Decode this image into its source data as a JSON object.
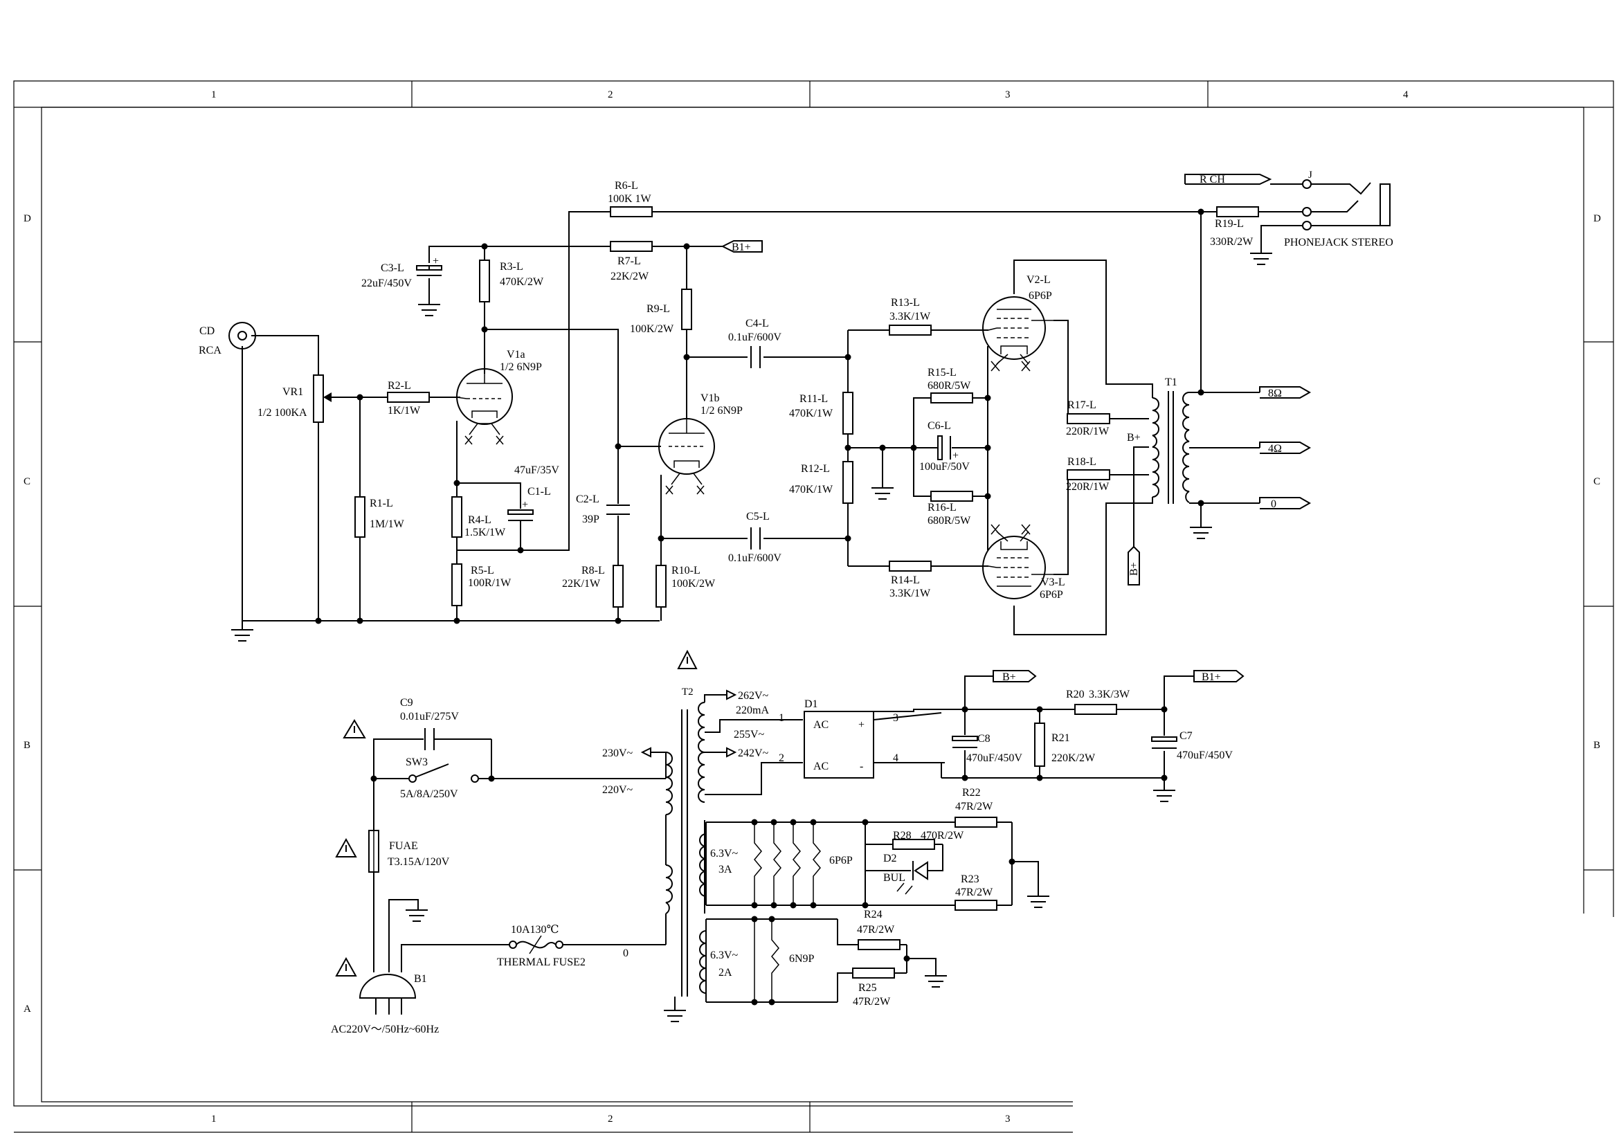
{
  "frame": {
    "columns_top": [
      "1",
      "2",
      "3",
      "4"
    ],
    "columns_bottom": [
      "1",
      "2",
      "3"
    ],
    "rows": [
      "D",
      "C",
      "B",
      "A"
    ]
  },
  "input": {
    "jack_name": "CD",
    "jack_type": "RCA"
  },
  "vr1": {
    "ref": "VR1",
    "value": "1/2 100KA"
  },
  "r1": {
    "ref": "R1-L",
    "value": "1M/1W"
  },
  "r2": {
    "ref": "R2-L",
    "value": "1K/1W"
  },
  "r3": {
    "ref": "R3-L",
    "value": "470K/2W"
  },
  "r4": {
    "ref": "R4-L",
    "value": "1.5K/1W"
  },
  "r5": {
    "ref": "R5-L",
    "value": "100R/1W"
  },
  "r6": {
    "ref": "R6-L",
    "value": "100K 1W"
  },
  "r7": {
    "ref": "R7-L",
    "value": "22K/2W"
  },
  "r8": {
    "ref": "R8-L",
    "value": "22K/1W"
  },
  "r9": {
    "ref": "R9-L",
    "value": "100K/2W"
  },
  "r10": {
    "ref": "R10-L",
    "value": "100K/2W"
  },
  "r11": {
    "ref": "R11-L",
    "value": "470K/1W"
  },
  "r12": {
    "ref": "R12-L",
    "value": "470K/1W"
  },
  "r13": {
    "ref": "R13-L",
    "value": "3.3K/1W"
  },
  "r14": {
    "ref": "R14-L",
    "value": "3.3K/1W"
  },
  "r15": {
    "ref": "R15-L",
    "value": "680R/5W"
  },
  "r16": {
    "ref": "R16-L",
    "value": "680R/5W"
  },
  "r17": {
    "ref": "R17-L",
    "value": "220R/1W"
  },
  "r18": {
    "ref": "R18-L",
    "value": "220R/1W"
  },
  "r19": {
    "ref": "R19-L",
    "value": "330R/2W"
  },
  "c1": {
    "ref": "C1-L",
    "value": "47uF/35V"
  },
  "c2": {
    "ref": "C2-L",
    "value": "39P"
  },
  "c3": {
    "ref": "C3-L",
    "value": "22uF/450V"
  },
  "c4": {
    "ref": "C4-L",
    "value": "0.1uF/600V"
  },
  "c5": {
    "ref": "C5-L",
    "value": "0.1uF/600V"
  },
  "c6": {
    "ref": "C6-L",
    "value": "100uF/50V"
  },
  "v1a": {
    "ref": "V1a",
    "value": "1/2 6N9P"
  },
  "v1b": {
    "ref": "V1b",
    "value": "1/2 6N9P"
  },
  "v2": {
    "ref": "V2-L",
    "value": "6P6P"
  },
  "v3": {
    "ref": "V3-L",
    "value": "6P6P"
  },
  "t1": {
    "ref": "T1"
  },
  "nets": {
    "b1plus": "B1+",
    "bplus": "B+"
  },
  "outputs": {
    "o8": "8Ω",
    "o4": "4Ω",
    "o0": "0"
  },
  "phone": {
    "rch": "R CH",
    "j": "J",
    "label": "PHONEJACK STEREO"
  },
  "psu": {
    "c9": {
      "ref": "C9",
      "value": "0.01uF/275V"
    },
    "sw3": {
      "ref": "SW3",
      "value": "5A/8A/250V"
    },
    "fuse": {
      "ref": "FUAE",
      "value": "T3.15A/120V"
    },
    "plug": {
      "ref": "B1",
      "value": "AC220V～/50Hz~60Hz"
    },
    "thermal": {
      "rating": "10A130℃",
      "name": "THERMAL FUSE2"
    },
    "t2": {
      "ref": "T2",
      "p230": "230V~",
      "p220": "220V~",
      "p0": "0",
      "s262": "262V~",
      "s220ma": "220mA",
      "s255": "255V~",
      "s242": "242V~",
      "h1v": "6.3V~",
      "h1a": "3A",
      "h1name": "6P6P",
      "h2v": "6.3V~",
      "h2a": "2A",
      "h2name": "6N9P"
    },
    "d1": {
      "ref": "D1",
      "ac": "AC",
      "plus": "+",
      "minus": "-",
      "p1": "1",
      "p2": "2",
      "p3": "3",
      "p4": "4"
    },
    "c8": {
      "ref": "C8",
      "value": "470uF/450V"
    },
    "r20": {
      "ref": "R20",
      "value": "3.3K/3W"
    },
    "r21": {
      "ref": "R21",
      "value": "220K/2W"
    },
    "c7": {
      "ref": "C7",
      "value": "470uF/450V"
    },
    "r22": {
      "ref": "R22",
      "value": "47R/2W"
    },
    "r23": {
      "ref": "R23",
      "value": "47R/2W"
    },
    "r24": {
      "ref": "R24",
      "value": "47R/2W"
    },
    "r25": {
      "ref": "R25",
      "value": "47R/2W"
    },
    "r28": {
      "ref": "R28",
      "value": "470R/2W"
    },
    "d2": {
      "ref": "D2",
      "value": "BUL"
    }
  }
}
